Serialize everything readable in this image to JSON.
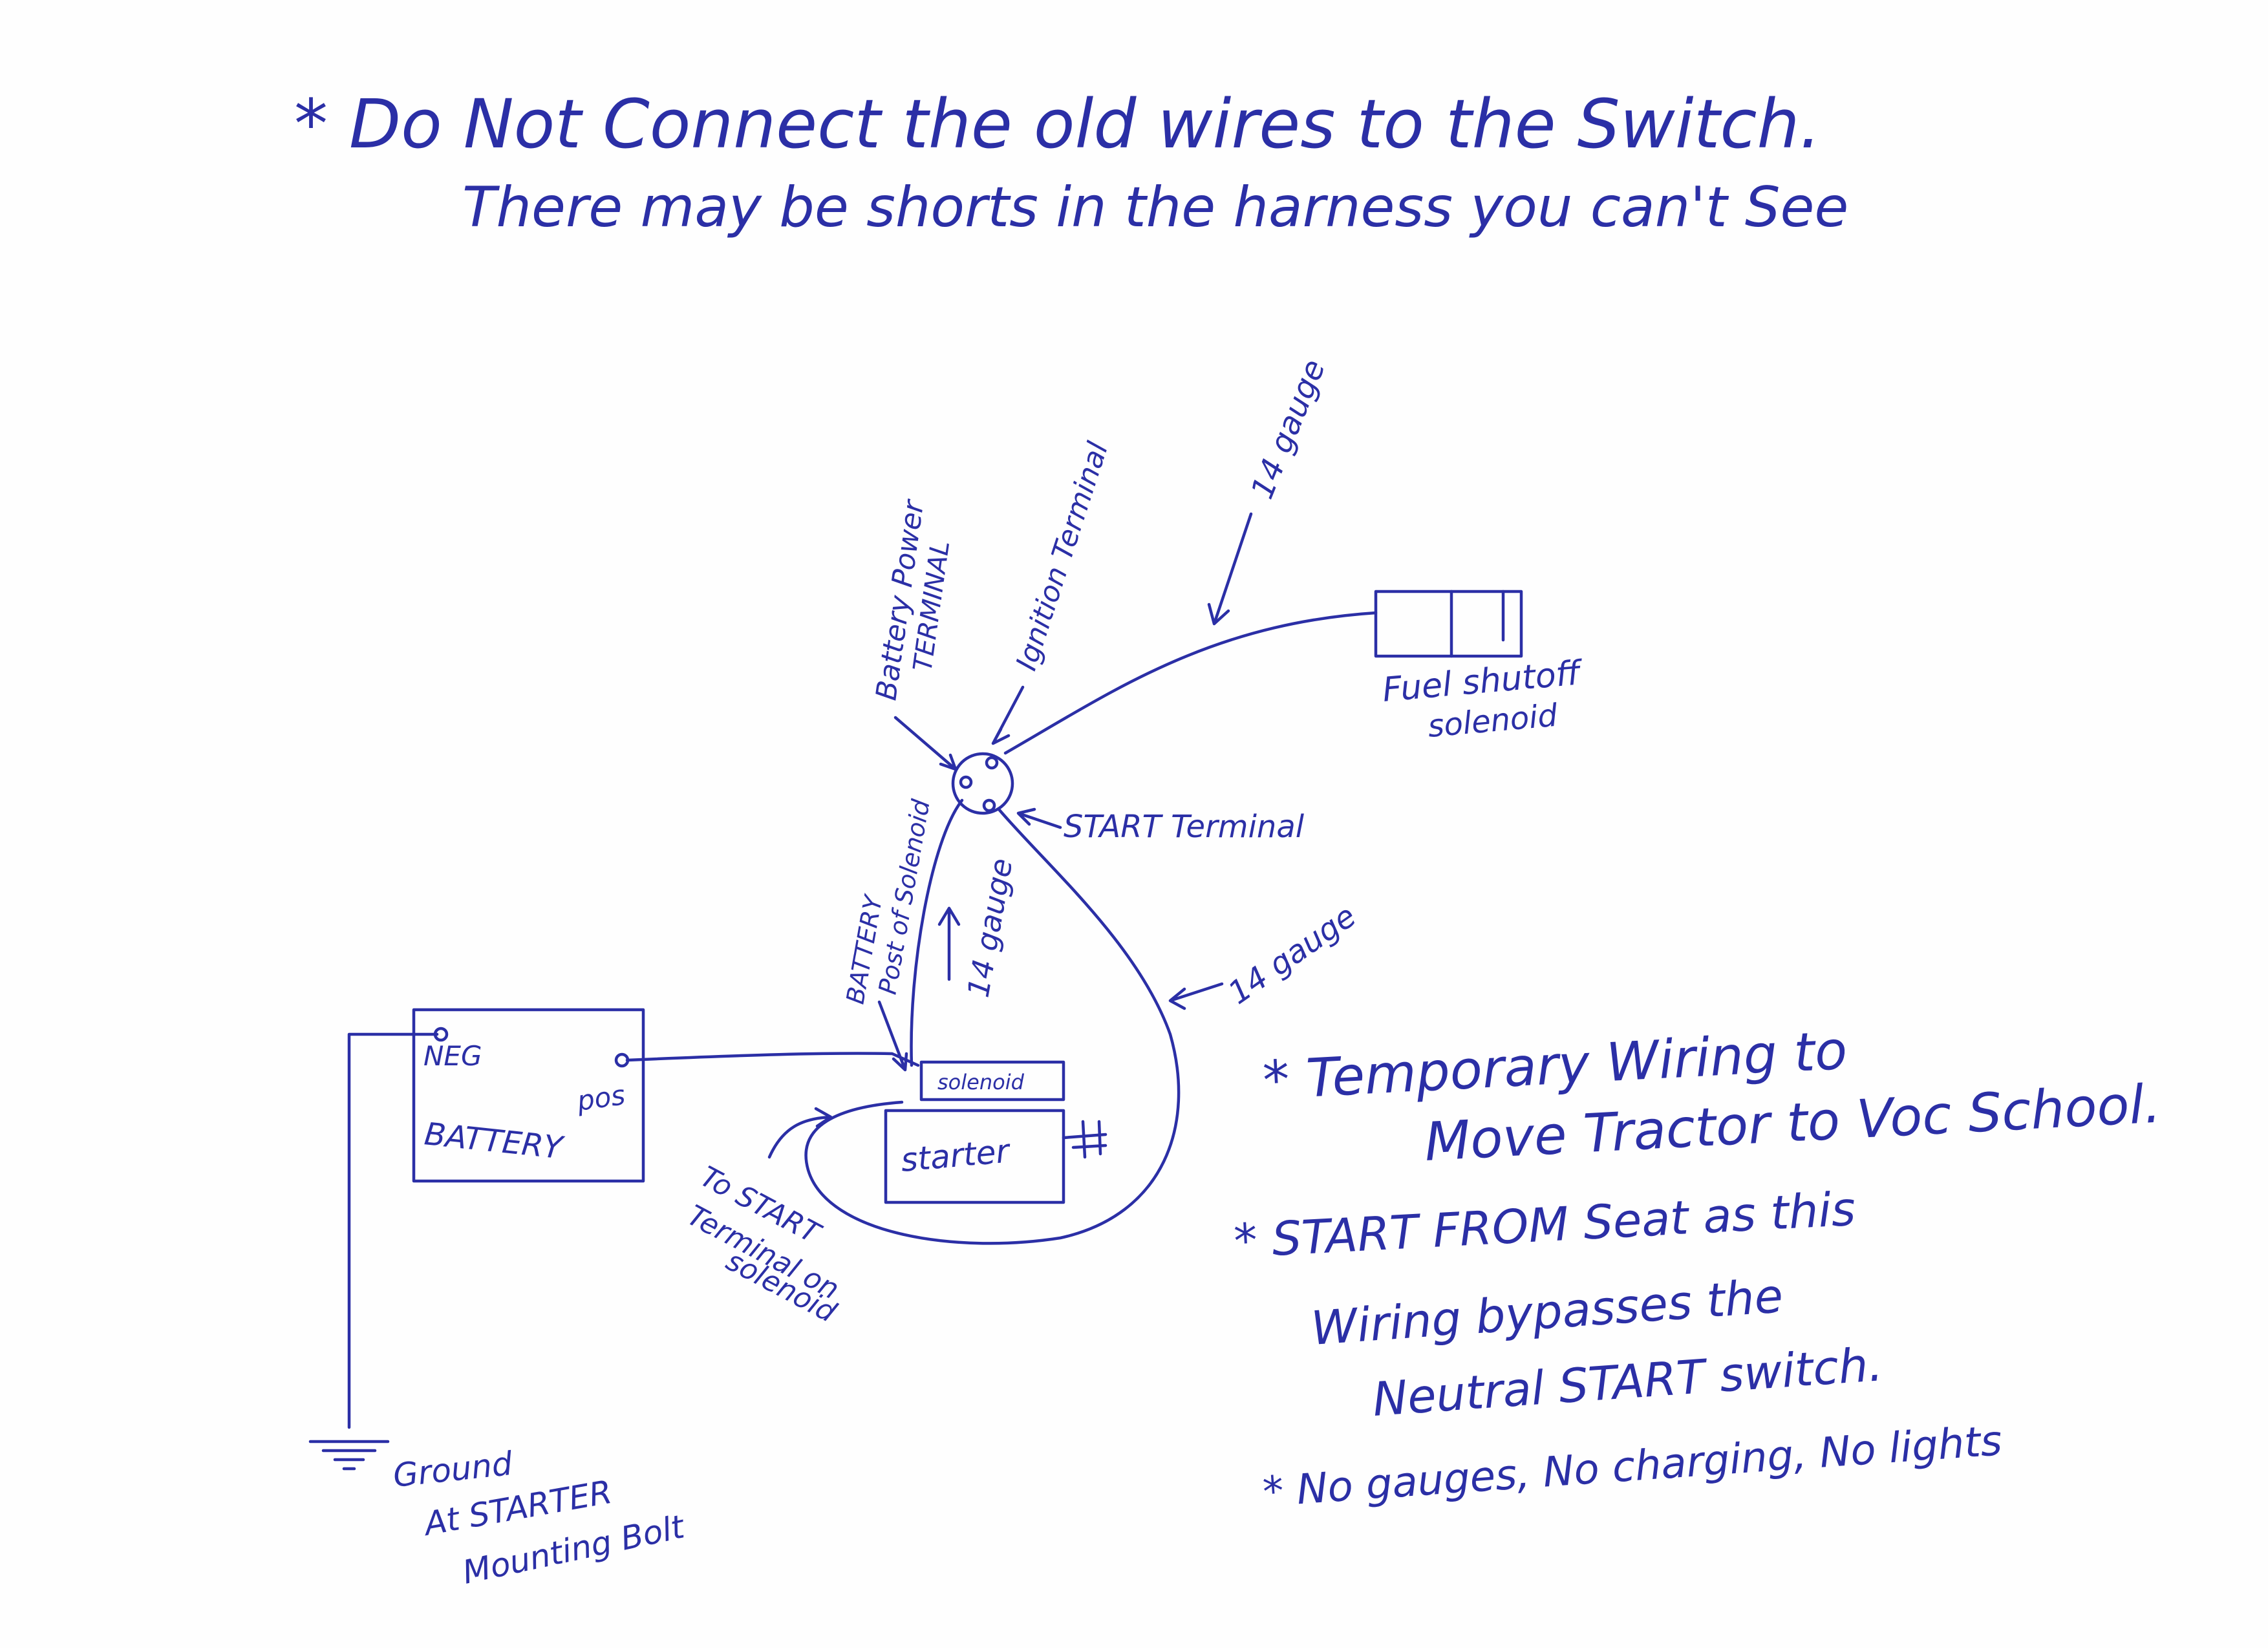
{
  "ink_color": "#2b2fa6",
  "paper_color": "#fefefe",
  "header": {
    "line1": "* Do Not Connect the old wires to the Switch.",
    "line2": "There may be shorts in the harness you can't See"
  },
  "labels": {
    "ignition_terminal": "Ignition Terminal",
    "battery_power_line1": "Battery Power",
    "battery_power_line2": "TERMINAL",
    "gauge_top": "14 gauge",
    "fuel_line1": "Fuel shutoff",
    "fuel_line2": "solenoid",
    "start_terminal": "START Terminal",
    "battery_post_line1": "BATTERY",
    "battery_post_line2": "Post of Solenoid",
    "gauge_mid": "14 gauge",
    "gauge_right": "14 gauge",
    "neg": "NEG",
    "pos": "pos",
    "battery": "BATTERY",
    "solenoid": "solenoid",
    "starter": "starter",
    "to_start_line1": "To START",
    "to_start_line2": "Terminal on",
    "to_start_line3": "solenoid",
    "ground_line1": "Ground",
    "ground_line2": "At STARTER",
    "ground_line3": "Mounting Bolt"
  },
  "notes": {
    "note1_line1": "* Temporary Wiring to",
    "note1_line2": "Move Tractor to Voc School.",
    "note2_line1": "* START FROM Seat as this",
    "note2_line2": "Wiring bypasses the",
    "note2_line3": "Neutral START switch.",
    "note3": "* No gauges, No charging, No lights"
  }
}
